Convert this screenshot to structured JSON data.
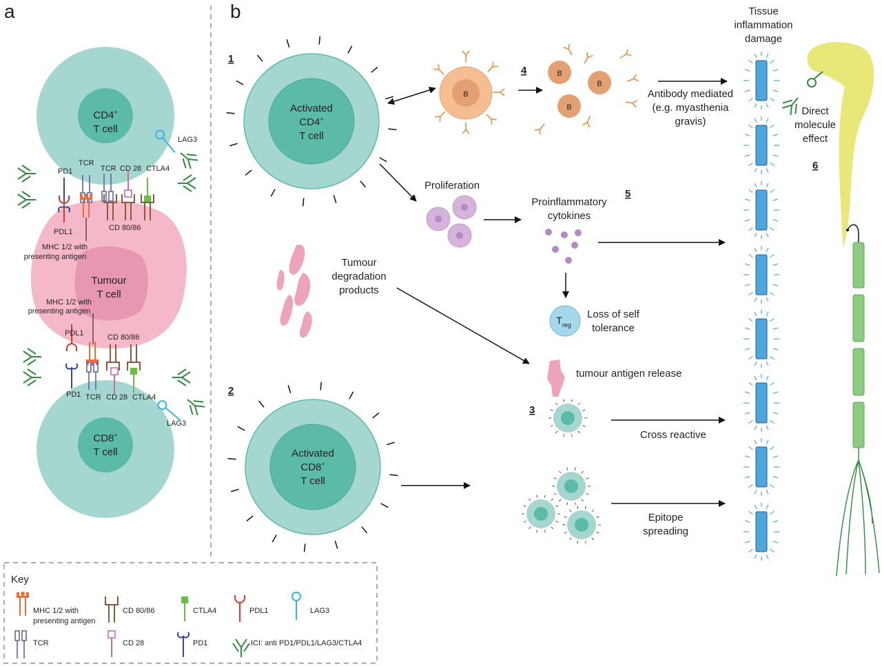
{
  "panels": {
    "a": "a",
    "b": "b"
  },
  "panel_a": {
    "cd4": {
      "line1": "CD4",
      "sup": "+",
      "line2": "T cell"
    },
    "cd8": {
      "line1": "CD8",
      "sup": "+",
      "line2": "T cell"
    },
    "tumour": {
      "line1": "Tumour",
      "line2": "T cell"
    },
    "top_labels": {
      "lag3": "LAG3",
      "pd1": "PD1",
      "tcr1": "TCR",
      "tcr2": "TCR",
      "cd28": "CD 28",
      "ctla4": "CTLA4",
      "pdl1": "PDL1",
      "cd8086": "CD 80/86",
      "mhc1": "MHC 1/2 with",
      "mhc2": "presenting antigen"
    },
    "bottom_labels": {
      "mhc1": "MHC 1/2 with",
      "mhc2": "presenting antigen",
      "pdl1": "PDL1",
      "cd8086": "CD 80/86",
      "pd1": "PD1",
      "tcr": "TCR",
      "cd28": "CD 28",
      "ctla4": "CTLA4",
      "lag3": "LAG3"
    }
  },
  "panel_b": {
    "step1": "1",
    "step2": "2",
    "step3": "3",
    "step4": "4",
    "step5": "5",
    "step6": "6",
    "cd4": {
      "line1": "Activated",
      "line2": "CD4",
      "sup": "+",
      "line3": "T cell"
    },
    "cd8": {
      "line1": "Activated",
      "line2": "CD8",
      "sup": "+",
      "line3": "T cell"
    },
    "bcell": "B",
    "proliferation": "Proliferation",
    "proinflammatory": {
      "line1": "Proinflammatory",
      "line2": "cytokines"
    },
    "treg": {
      "main": "T",
      "sub": "reg"
    },
    "loss_tolerance": {
      "line1": "Loss of self",
      "line2": "tolerance"
    },
    "tumour_degradation": {
      "line1": "Tumour",
      "line2": "degradation",
      "line3": "products"
    },
    "tumour_antigen": "tumour antigen release",
    "cross_reactive": "Cross reactive",
    "epitope": {
      "line1": "Epitope",
      "line2": "spreading"
    },
    "antibody": {
      "line1": "Antibody mediated",
      "line2": "(e.g. myasthenia",
      "line3": "gravis)"
    },
    "tissue": {
      "line1": "Tissue",
      "line2": "inflammation",
      "line3": "damage"
    },
    "direct": {
      "line1": "Direct",
      "line2": "molecule",
      "line3": "effect"
    }
  },
  "key": {
    "title": "Key",
    "items": [
      {
        "line1": "MHC 1/2 with",
        "line2": "presenting antigen"
      },
      {
        "line1": "CD 80/86"
      },
      {
        "line1": "CTLA4"
      },
      {
        "line1": "PDL1"
      },
      {
        "line1": "LAG3"
      },
      {
        "line1": "TCR"
      },
      {
        "line1": "CD 28"
      },
      {
        "line1": "PD1"
      },
      {
        "line1": "ICI: anti PD1/PDL1/LAG3/CTLA4"
      }
    ]
  },
  "colors": {
    "tcell_outer": "#a6d6d0",
    "tcell_inner": "#5cbba7",
    "tumour_outer": "#f5b8c8",
    "tumour_inner": "#e798b0",
    "bcell_outer": "#f5bd92",
    "bcell_inner": "#e3a073",
    "proliferation": "#d5b3da",
    "cytokine": "#b48ac3",
    "treg": "#a6d8ec",
    "tissue_bar": "#4fa6dd",
    "nerve": "#e7e878",
    "muscle": "#8dca83",
    "mhc": "#ef6b35",
    "cd8086": "#8b5a3c",
    "ctla4": "#6cbd45",
    "pdl1": "#e0362c",
    "lag3": "#3bb3e2",
    "tcr": "#5b63a8",
    "cd28": "#c86bb0",
    "pd1": "#2e4a9a",
    "ici": "#2e8a3e"
  }
}
